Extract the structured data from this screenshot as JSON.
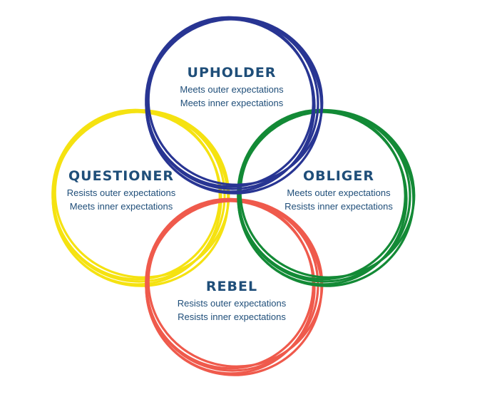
{
  "tendencies": [
    {
      "id": "upholder",
      "name": "UPHOLDER",
      "line1": "Meets outer expectations",
      "line2": "Meets inner expectations",
      "color": "#283593"
    },
    {
      "id": "questioner",
      "name": "QUESTIONER",
      "line1": "Resists outer expectations",
      "line2": "Meets inner expectations",
      "color": "#f5e211"
    },
    {
      "id": "obliger",
      "name": "OBLIGER",
      "line1": "Meets outer expectations",
      "line2": "Resists inner expectations",
      "color": "#138a36"
    },
    {
      "id": "rebel",
      "name": "REBEL",
      "line1": "Resists outer expectations",
      "line2": "Resists inner expectations",
      "color": "#ef5a4c"
    }
  ],
  "text_color": "#1f4e79"
}
